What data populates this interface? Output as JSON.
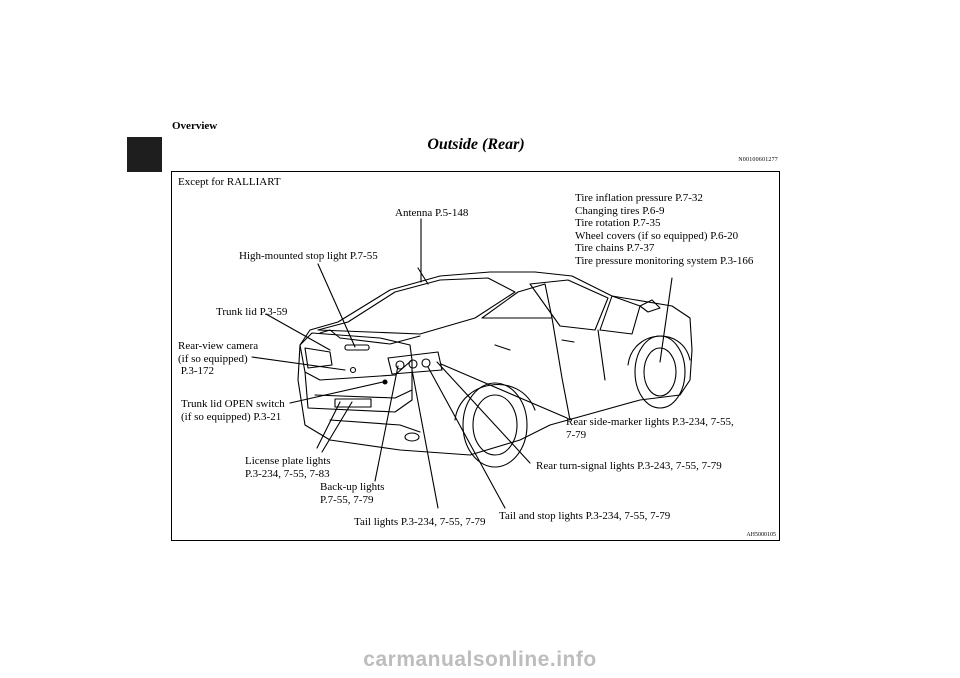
{
  "header": {
    "section": "Overview",
    "title": "Outside (Rear)",
    "doc_id": "N00100601277"
  },
  "figure": {
    "caption": "Except for RALLIART",
    "fig_id": "AH5000105",
    "labels": {
      "antenna": "Antenna P.5-148",
      "high_mounted_stop_light": "High-mounted stop light P.7-55",
      "trunk_lid": "Trunk lid P.3-59",
      "rear_view_camera": [
        "Rear-view camera",
        "(if so equipped)",
        " P.3-172"
      ],
      "trunk_lid_open_switch": [
        "Trunk lid OPEN switch",
        "(if so equipped) P.3-21"
      ],
      "license_plate_lights": [
        "License plate lights",
        "P.3-234, 7-55, 7-83"
      ],
      "backup_lights": [
        "Back-up lights",
        "P.7-55, 7-79"
      ],
      "tail_lights": "Tail lights P.3-234, 7-55, 7-79",
      "tail_and_stop_lights": "Tail and stop lights P.3-234, 7-55, 7-79",
      "rear_turn_signal_lights": "Rear turn-signal lights P.3-243, 7-55, 7-79",
      "rear_side_marker_lights": [
        "Rear side-marker lights P.3-234, 7-55,",
        "7-79"
      ],
      "tire_info": [
        "Tire inflation pressure P.7-32",
        "Changing tires P.6-9",
        "Tire rotation P.7-35",
        "Wheel covers (if so equipped) P.6-20",
        "Tire chains P.7-37",
        "Tire pressure monitoring system P.3-166"
      ]
    }
  },
  "watermark": "carmanualsonline.info"
}
